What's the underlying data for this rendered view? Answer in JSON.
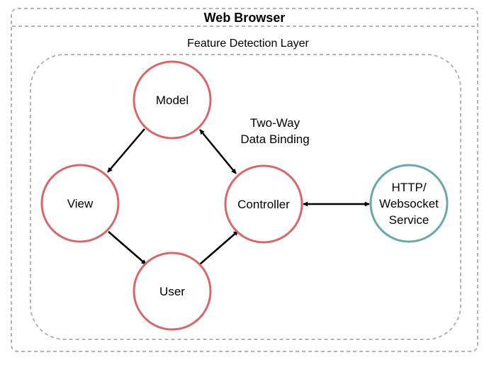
{
  "browser": {
    "title": "Web Browser"
  },
  "feature_layer": {
    "label": "Feature Detection Layer"
  },
  "nodes": {
    "model": {
      "label": "Model"
    },
    "view": {
      "label": "View"
    },
    "controller": {
      "label": "Controller"
    },
    "user": {
      "label": "User"
    },
    "service": {
      "lines": [
        "HTTP/",
        "Websocket",
        "Service"
      ]
    }
  },
  "binding": {
    "lines": [
      "Two-Way",
      "Data Binding"
    ]
  },
  "colors": {
    "mvc_node": "#d9666b",
    "service_node": "#67aaa2",
    "frame": "#b3b3b3",
    "arrow": "#000000"
  }
}
